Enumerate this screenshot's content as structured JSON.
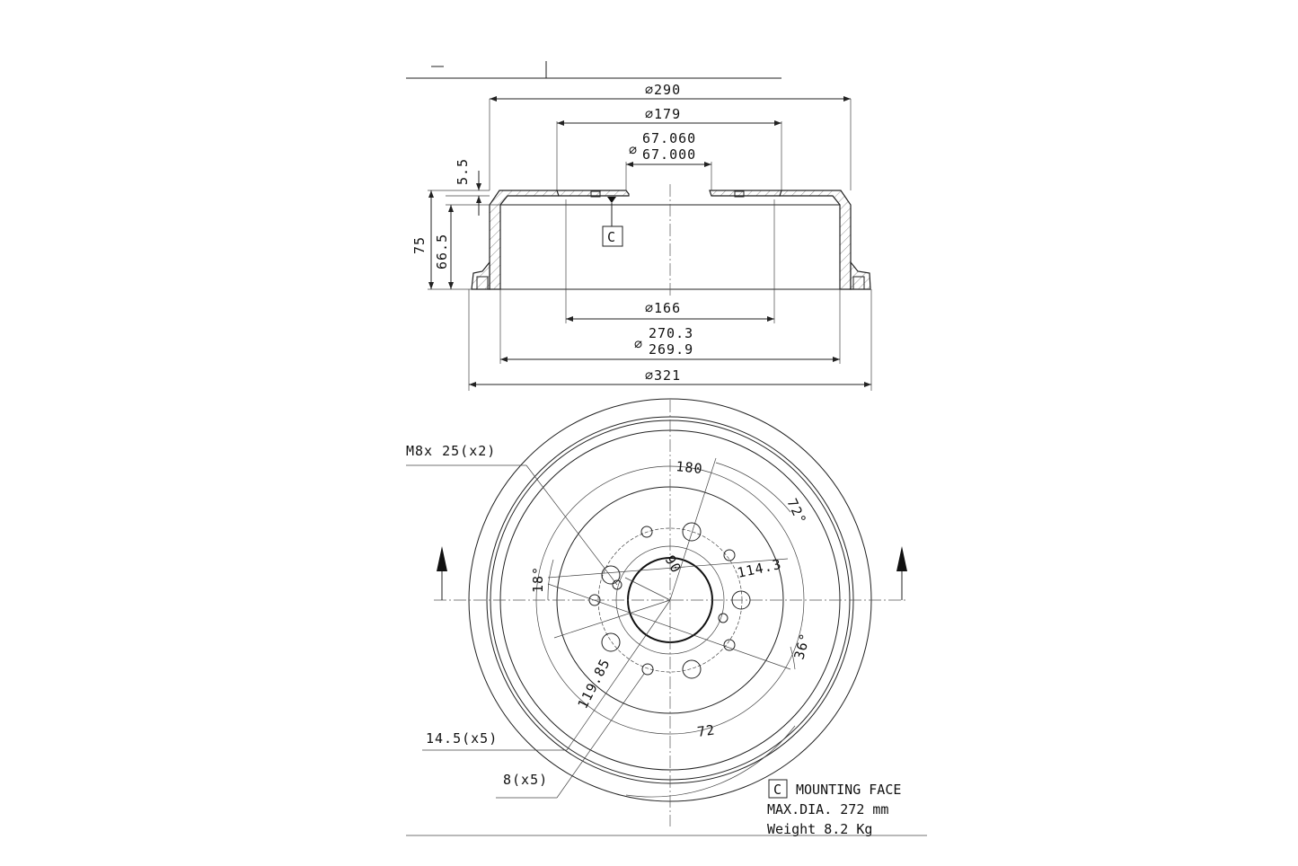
{
  "section_view": {
    "dia_290": "∅290",
    "dia_179": "∅179",
    "dia_67_max": "67.060",
    "dia_67_min": "67.000",
    "dia_symbol": "∅",
    "thickness": "5.5",
    "height_total": "75",
    "height_inner": "66.5",
    "datum_label": "C",
    "dia_166": "∅166",
    "dia_270_max": "270.3",
    "dia_270_min": "269.9",
    "dia_321": "∅321"
  },
  "front_view": {
    "thread_callout": "M8x  25(x2)",
    "dim_180": "180",
    "angle_72_top": "72°",
    "angle_18": "18°",
    "dim_90": "90",
    "dim_114_3": "114.3",
    "angle_36": "36°",
    "dim_119_85": "119.85",
    "dim_72_bottom": "72",
    "hole_large": "14.5(x5)",
    "hole_small": "8(x5)"
  },
  "notes": {
    "datum_box": "C",
    "mounting_face": "MOUNTING FACE",
    "max_dia": "MAX.DIA. 272 mm",
    "weight": "Weight 8.2 Kg"
  }
}
